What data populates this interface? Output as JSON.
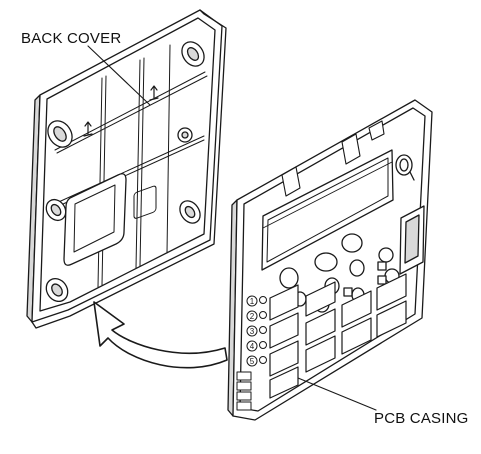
{
  "labels": {
    "back_cover": "BACK COVER",
    "pcb_casing": "PCB CASING"
  },
  "button_numbers": [
    "1",
    "2",
    "3",
    "4",
    "5"
  ],
  "colors": {
    "line": "#1a1a1a",
    "fill": "#ffffff",
    "shade": "#d9d9d9"
  },
  "icons": {
    "assembly_arrow": "curved-arrow-icon",
    "mount_slots": "keyhole-slot-icon",
    "battery": "coin-battery-icon"
  }
}
